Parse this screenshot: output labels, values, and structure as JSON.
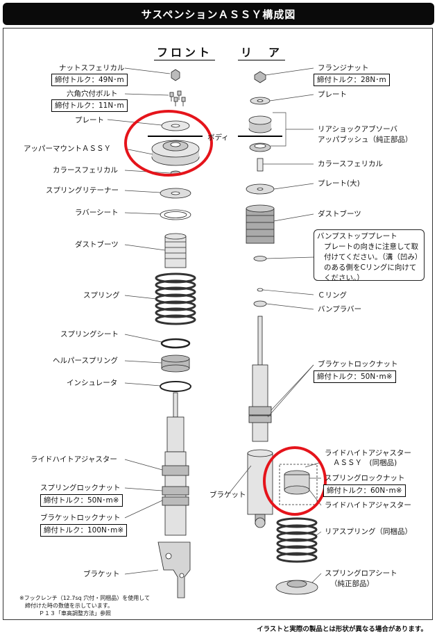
{
  "header": {
    "title": "サスペンションＡＳＳＹ構成図"
  },
  "columns": {
    "front": "フロント",
    "rear": "リ　ア"
  },
  "body_label": "ボディ",
  "front_labels": {
    "nut_spherical": "ナットスフェリカル",
    "nut_torque": "締付トルク：49N･m",
    "hex_bolt": "六角穴付ボルト",
    "bolt_torque": "締付トルク：11N･m",
    "plate": "プレート",
    "upper_mount": "アッパーマウントＡＳＳＹ",
    "collar_spherical": "カラースフェリカル",
    "spring_retainer": "スプリングリテーナー",
    "rubber_seat": "ラバーシート",
    "dust_boot": "ダストブーツ",
    "spring": "スプリング",
    "spring_seat": "スプリングシート",
    "helper_spring": "ヘルパースプリング",
    "insulator": "インシュレータ",
    "ride_height": "ライドハイトアジャスター",
    "spring_lock_nut": "スプリングロックナット",
    "spring_lock_torque": "締付トルク：50N･m※",
    "bracket_lock_nut": "ブラケットロックナット",
    "bracket_lock_torque": "締付トルク：100N･m※",
    "bracket": "ブラケット"
  },
  "rear_labels": {
    "flange_nut": "フランジナット",
    "flange_torque": "締付トルク：28N･m",
    "plate": "プレート",
    "shock_bush_1": "リアショックアブソーバ",
    "shock_bush_2": "アッパブッシュ（純正部品）",
    "collar_spherical": "カラースフェリカル",
    "plate_large": "プレート(大)",
    "dust_boot": "ダストブーツ",
    "bump_plate_title": "バンプストッププレート",
    "bump_plate_note": "プレートの向きに注意して取付けてください。（溝（凹み）のある側をCリングに向けてください。）",
    "c_ring": "Ｃリング",
    "bump_rubber": "バンプラバー",
    "bracket_lock_nut": "ブラケットロックナット",
    "bracket_lock_torque": "締付トルク：50N･m※",
    "ride_height_assy_1": "ライドハイトアジャスター",
    "ride_height_assy_2": "ＡＳＳＹ　(同梱品)",
    "spring_lock_nut": "スプリングロックナット",
    "spring_lock_torque": "締付トルク：60N･m※",
    "ride_height": "ライドハイトアジャスター",
    "bracket": "ブラケット",
    "rear_spring": "リアスプリング（同梱品）",
    "lower_seat_1": "スプリングロアシート",
    "lower_seat_2": "（純正部品）"
  },
  "footnote": {
    "line1": "※フックレンチ（12.7sq 穴付・同梱品）を使用して",
    "line2": "締付けた時の数値を示しています。",
    "line3": "Ｐ１３「車高調整方法」参照"
  },
  "bottom_note": "イラストと実際の製品とは形状が異なる場合があります。",
  "colors": {
    "highlight": "#e5141b",
    "header_bg": "#0a0a0a"
  }
}
